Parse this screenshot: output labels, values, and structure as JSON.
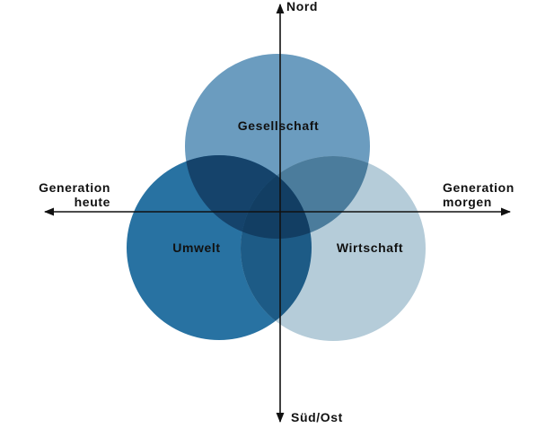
{
  "axes": {
    "north": "Nord",
    "south": "Süd/Ost",
    "west": [
      "Generation",
      "heute"
    ],
    "east": [
      "Generation",
      "morgen"
    ]
  },
  "circles": {
    "gesellschaft": "Gesellschaft",
    "umwelt": "Umwelt",
    "wirtschaft": "Wirtschaft"
  },
  "colors": {
    "gesellschaft": "#6b9cbf",
    "umwelt": "#2872a2",
    "wirtschaft": "#b5ccd9",
    "overlap_gesellschaft_umwelt": "#15436b",
    "overlap_gesellschaft_wirtschaft": "#4b7c9c",
    "overlap_umwelt_wirtschaft": "#1d5b86",
    "overlap_all": "#123e63",
    "axis": "#111111"
  }
}
